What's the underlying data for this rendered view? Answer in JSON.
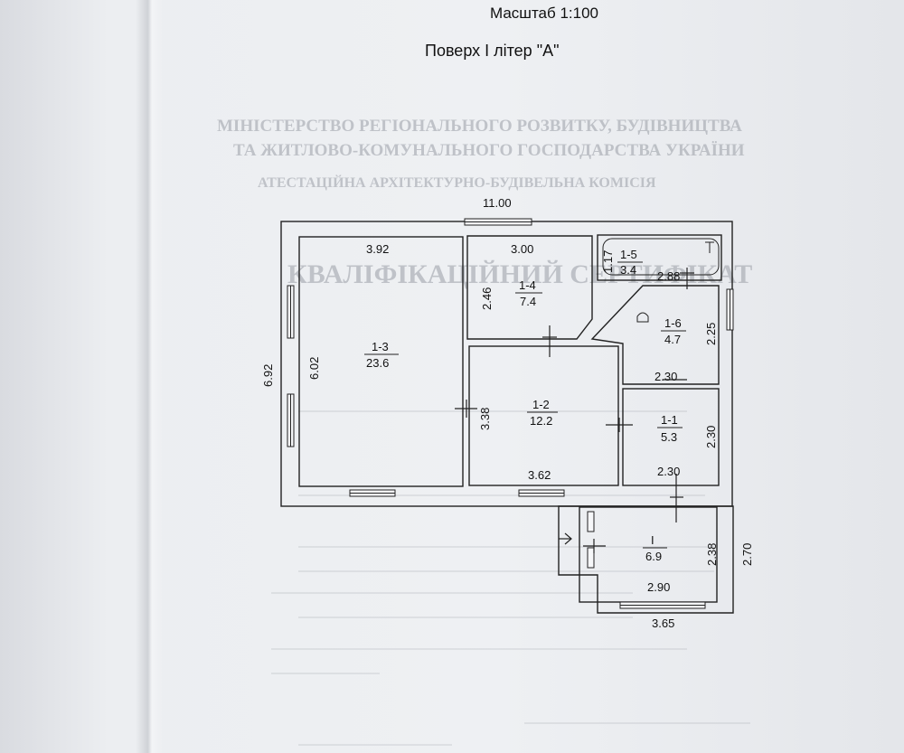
{
  "header": {
    "scale": "Масштаб 1:100",
    "title": "Поверх І літер \"А\""
  },
  "background_stamp": {
    "line1": "МІНІСТЕРСТВО РЕГІОНАЛЬНОГО РОЗВИТКУ, БУДІВНИЦТВА",
    "line2": "ТА ЖИТЛОВО-КОМУНАЛЬНОГО ГОСПОДАРСТВА УКРАЇНИ",
    "line3": "АТЕСТАЦІЙНА АРХІТЕКТУРНО-БУДІВЕЛЬНА КОМІСІЯ",
    "heading": "КВАЛІФІКАЦІЙНИЙ СЕРТИФІКАТ"
  },
  "dimensions": {
    "overall_width": "11.00",
    "overall_height": "6.92",
    "room13_width": "3.92",
    "room13_height": "6.02",
    "room14_width": "3.00",
    "room14_height": "2.46",
    "room15_height": "1.17",
    "room16_width": "2.88",
    "room16_height": "2.25",
    "room12_height": "3.38",
    "room12_bottom": "3.62",
    "room11_top": "2.30",
    "room11_right": "2.30",
    "room11_bottom": "2.30",
    "porch_inner_height": "2.38",
    "porch_outer_height": "2.70",
    "porch_inner_width": "2.90",
    "porch_outer_width": "3.65"
  },
  "rooms": [
    {
      "id": "1-1",
      "area": "5.3"
    },
    {
      "id": "1-2",
      "area": "12.2"
    },
    {
      "id": "1-3",
      "area": "23.6"
    },
    {
      "id": "1-4",
      "area": "7.4"
    },
    {
      "id": "1-5",
      "area": "3.4"
    },
    {
      "id": "1-6",
      "area": "4.7"
    },
    {
      "id": "I",
      "area": "6.9"
    }
  ]
}
